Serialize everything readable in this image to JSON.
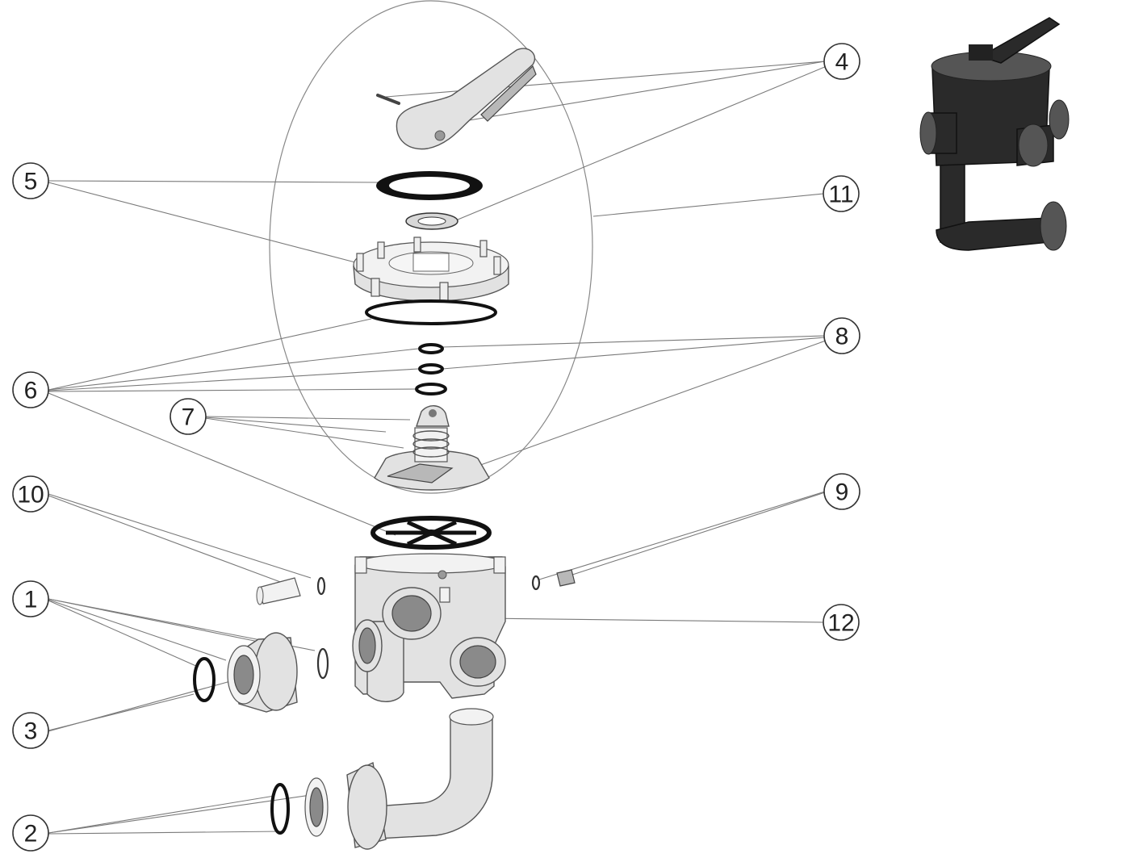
{
  "callouts": [
    {
      "id": "4",
      "label": "4"
    },
    {
      "id": "5",
      "label": "5"
    },
    {
      "id": "11",
      "label": "11"
    },
    {
      "id": "6",
      "label": "6"
    },
    {
      "id": "8",
      "label": "8"
    },
    {
      "id": "7",
      "label": "7"
    },
    {
      "id": "10",
      "label": "10"
    },
    {
      "id": "9",
      "label": "9"
    },
    {
      "id": "1",
      "label": "1"
    },
    {
      "id": "12",
      "label": "12"
    },
    {
      "id": "3",
      "label": "3"
    },
    {
      "id": "2",
      "label": "2"
    }
  ],
  "colors": {
    "line": "#7a7a7a",
    "part_fill": "#e2e2e2",
    "gasket": "#111111",
    "photo_body": "#2a2a2a"
  }
}
